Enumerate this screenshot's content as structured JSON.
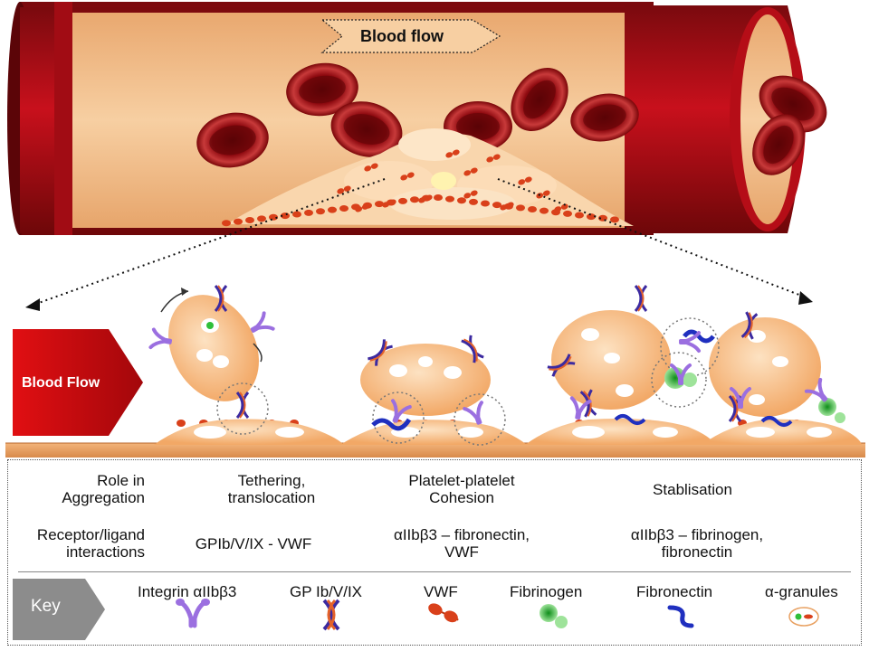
{
  "top": {
    "blood_flow_label": "Blood flow"
  },
  "middle": {
    "blood_flow_arrow_label": "Blood Flow"
  },
  "table": {
    "role": {
      "heading_line1": "Role in",
      "heading_line2": "Aggregation",
      "tethering_line1": "Tethering,",
      "tethering_line2": "translocation",
      "cohesion_line1": "Platelet-platelet",
      "cohesion_line2": "Cohesion",
      "stabilisation": "Stablisation"
    },
    "receptor": {
      "heading_line1": "Receptor/ligand",
      "heading_line2": "interactions",
      "tethering": "GPIb/V/IX - VWF",
      "cohesion_line1": "αIIbβ3 – fibronectin,",
      "cohesion_line2": "VWF",
      "stabilisation_line1": "αIIbβ3 – fibrinogen,",
      "stabilisation_line2": "fibronectin"
    }
  },
  "key": {
    "label": "Key",
    "items": [
      {
        "label": "Integrin αIIbβ3",
        "icon": "integrin-icon"
      },
      {
        "label": "GP Ib/V/IX",
        "icon": "gp-ib-icon"
      },
      {
        "label": "VWF",
        "icon": "vwf-icon"
      },
      {
        "label": "Fibrinogen",
        "icon": "fibrinogen-icon"
      },
      {
        "label": "Fibronectin",
        "icon": "fibronectin-icon"
      },
      {
        "label": "α-granules",
        "icon": "granule-icon"
      }
    ]
  },
  "colors": {
    "vessel_dark": "#8e0a10",
    "vessel_red": "#c8101c",
    "lumen": "#f2b989",
    "platelet": "#f6b97d",
    "integrin": "#9b6fe0",
    "vwf": "#d9401a",
    "fibrinogen": "#2fbf3a",
    "fibronectin": "#1f2fbf",
    "key_box": "#8c8c8c"
  }
}
